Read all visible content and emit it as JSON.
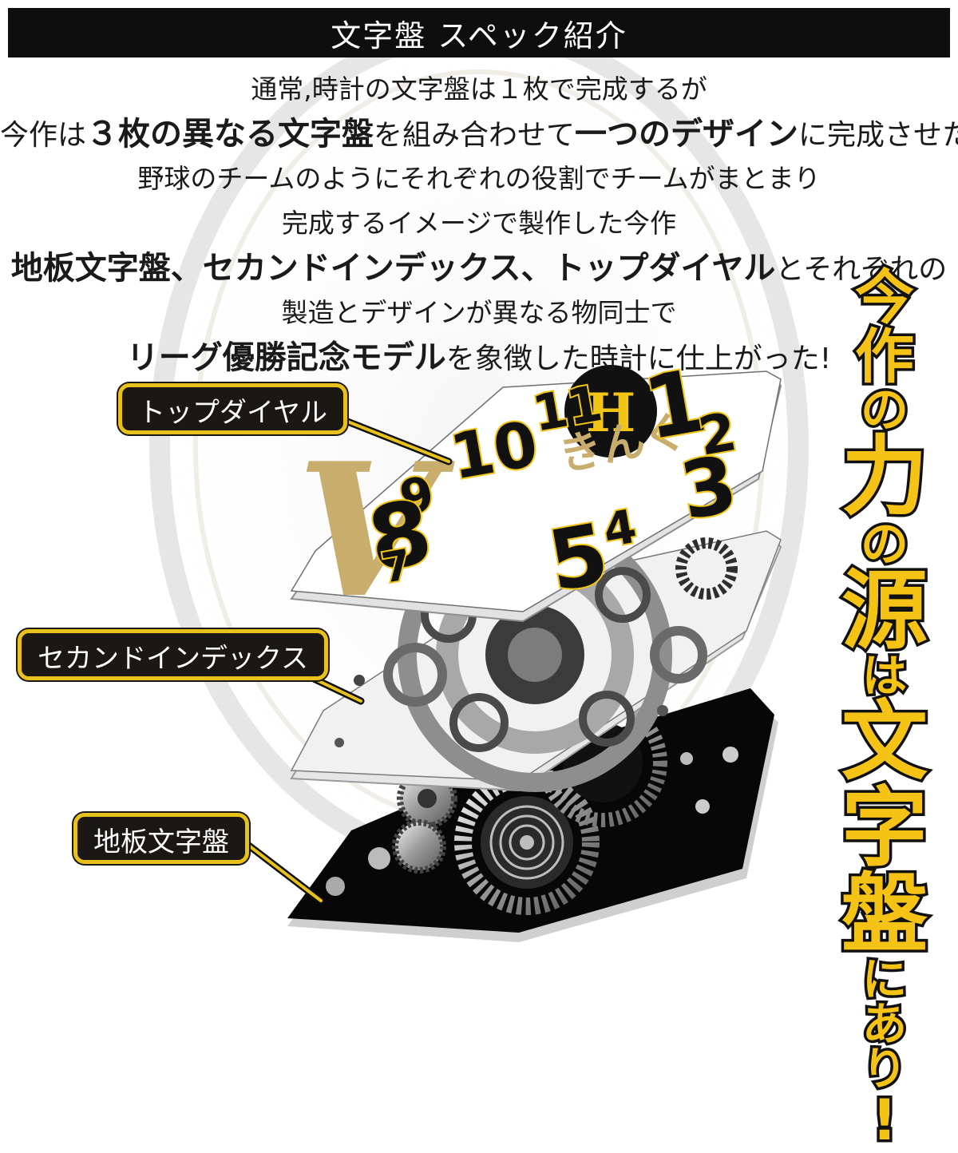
{
  "header": {
    "title": "文字盤 スペック紹介"
  },
  "intro": {
    "line1": "通常,時計の文字盤は１枚で完成するが",
    "line2": [
      {
        "text": "今作は",
        "bold": false
      },
      {
        "text": "３枚の異なる文字盤",
        "bold": true
      },
      {
        "text": "を組み合わせて",
        "bold": false
      },
      {
        "text": "一つのデザイン",
        "bold": true
      },
      {
        "text": "に完成させた。",
        "bold": false
      }
    ],
    "line3": "野球のチームのようにそれぞれの役割でチームがまとまり",
    "line4": "完成するイメージで製作した今作",
    "line5": [
      {
        "text": "地板文字盤、セカンドインデックス、トップダイヤル",
        "bold": true
      },
      {
        "text": "とそれぞれの",
        "bold": false
      }
    ],
    "line6": "製造とデザインが異なる物同士で",
    "line7": [
      {
        "text": "リーグ優勝記念モデル",
        "bold": true
      },
      {
        "text": "を象徴した時計に仕上がった!",
        "bold": false
      }
    ]
  },
  "layers": {
    "top_dial_label": "トップダイヤル",
    "second_index_label": "セカンドインデックス",
    "base_dial_label": "地板文字盤"
  },
  "dial_face": {
    "numerals": [
      "11",
      "1",
      "2",
      "10",
      "3",
      "9",
      "4",
      "8",
      "5",
      "7"
    ],
    "center_text": "きんぐ",
    "badge": "H",
    "big_letter": "V"
  },
  "slogan": "今作の力の源は文字盤にあり!",
  "colors": {
    "accent": "#e8c21a",
    "title_bar": "#0e0e0e",
    "gold_v": "#c9ad6c"
  }
}
